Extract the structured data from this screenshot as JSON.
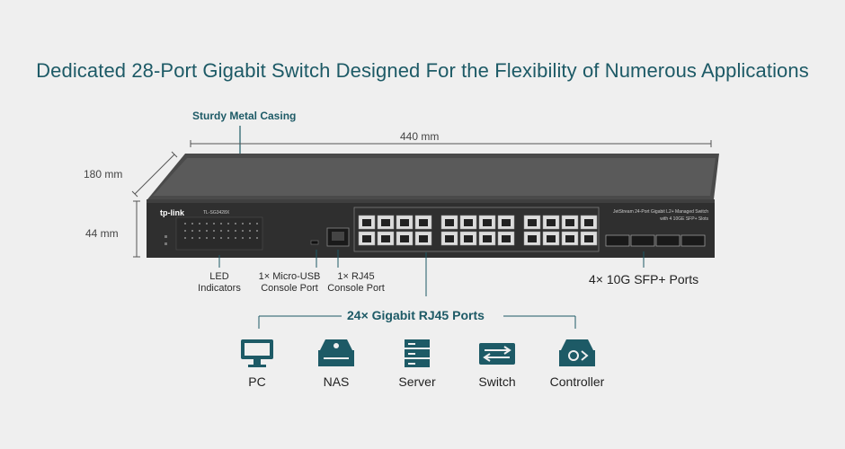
{
  "title": "Dedicated 28-Port Gigabit Switch Designed For the Flexibility of Numerous Applications",
  "callouts": {
    "casing": "Sturdy Metal Casing",
    "width": "440 mm",
    "depth": "180 mm",
    "height": "44 mm",
    "led": "LED\nIndicators",
    "usb": "1× Micro-USB\nConsole Port",
    "rj45": "1× RJ45\nConsole Port",
    "sfp": "4× 10G SFP+ Ports",
    "gigabit": "24× Gigabit RJ45 Ports"
  },
  "device": {
    "brand": "tp-link",
    "model": "TL-SG3428X",
    "description": "JetStream 24-Port Gigabit L2+ Managed Switch with 4 10GE SFP+ Slots"
  },
  "applications": [
    {
      "label": "PC",
      "icon": "pc-icon"
    },
    {
      "label": "NAS",
      "icon": "nas-icon"
    },
    {
      "label": "Server",
      "icon": "server-icon"
    },
    {
      "label": "Switch",
      "icon": "switch-icon"
    },
    {
      "label": "Controller",
      "icon": "controller-icon"
    }
  ],
  "colors": {
    "accent": "#1d5a66",
    "device_body": "#3a3a3a"
  }
}
